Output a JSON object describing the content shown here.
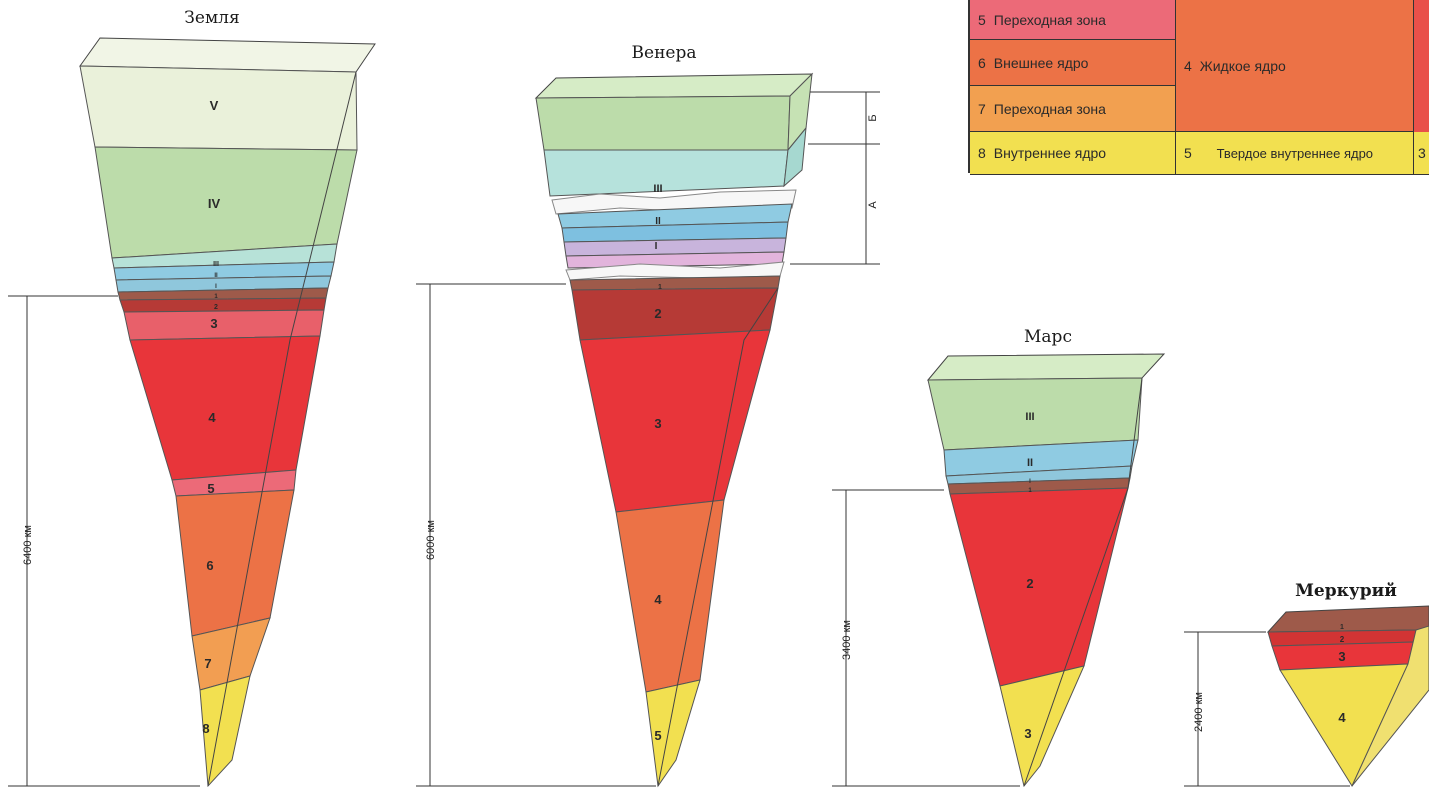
{
  "planets": {
    "earth": {
      "title": "Земля",
      "scale": "6400 км",
      "labels": [
        "V",
        "IV",
        "III",
        "II",
        "I",
        "1",
        "2",
        "3",
        "4",
        "5",
        "6",
        "7",
        "8"
      ]
    },
    "venus": {
      "title": "Венера",
      "scale": "6000 км",
      "labels": [
        "III",
        "II",
        "I",
        "1",
        "2",
        "3",
        "4",
        "5"
      ],
      "bracket_b": "Б",
      "bracket_a": "А"
    },
    "mars": {
      "title": "Марс",
      "scale": "3400 км",
      "labels": [
        "III",
        "II",
        "I",
        "1",
        "2",
        "3"
      ]
    },
    "mercury": {
      "title": "Меркурий",
      "scale": "2400 км",
      "labels": [
        "1",
        "2",
        "3",
        "4"
      ]
    }
  },
  "legend": {
    "rows": [
      {
        "num": "5",
        "text": "Переходная зона"
      },
      {
        "num": "6",
        "text": "Внешнее ядро"
      },
      {
        "num": "7",
        "text": "Переходная зона"
      },
      {
        "num": "8",
        "text": "Внутреннее ядро"
      }
    ],
    "middle": [
      {
        "num": "4",
        "text": "Жидкое ядро"
      },
      {
        "num": "5",
        "text": "Твердое внутреннее ядро"
      }
    ],
    "right_num": "3"
  },
  "colors": {
    "pale_green": "#e9f1d8",
    "green": "#b8dca8",
    "cyan": "#b6e2dc",
    "blue": "#8ccce0",
    "lilac": "#d9b7d8",
    "brown": "#9e5a4a",
    "dark_red": "#b63a36",
    "pink_red": "#e8606a",
    "red": "#e8353a",
    "orange": "#ec7a4a",
    "light_orange": "#f2a050",
    "yellow": "#f2e050"
  }
}
